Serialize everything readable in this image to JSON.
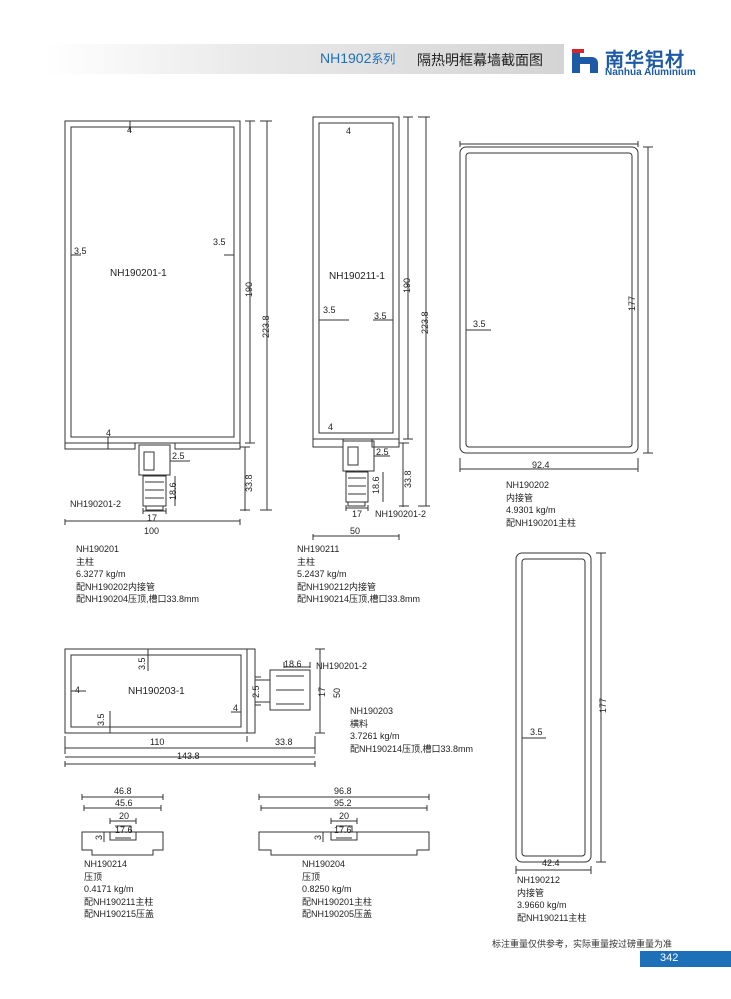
{
  "header": {
    "series_code": "NH1902",
    "series_suffix": "系列",
    "title": "隔热明框幕墙截面图",
    "brand_cn": "南华铝材",
    "brand_en": "Nanhua Aluminium"
  },
  "profiles": {
    "p201": {
      "inner_label": "NH190201-1",
      "connector_label": "NH190201-2",
      "dims": {
        "t_top": "4",
        "t_left": "3.5",
        "t_right": "3.5",
        "t_bottom": "4",
        "h_inner": "190",
        "h_total": "223.8",
        "slot_w": "2.5",
        "slot_h": "18.6",
        "slot_depth": "33.8",
        "base_w": "17",
        "width": "100"
      },
      "code": "NH190201",
      "name": "主柱",
      "weight": "6.3277 kg/m",
      "notes": [
        "配NH190202内接管",
        "配NH190204压顶,槽口33.8mm"
      ]
    },
    "p211": {
      "inner_label": "NH190211-1",
      "connector_label": "NH190201-2",
      "dims": {
        "t_top": "4",
        "t_left": "3.5",
        "t_right": "3.5",
        "t_bottom": "4",
        "h_inner": "190",
        "h_total": "223.8",
        "slot_w": "2.5",
        "slot_h": "18.6",
        "slot_depth": "33.8",
        "base_w": "17",
        "width": "50"
      },
      "code": "NH190211",
      "name": "主柱",
      "weight": "5.2437 kg/m",
      "notes": [
        "配NH190212内接管",
        "配NH190214压顶,槽口33.8mm"
      ]
    },
    "p202": {
      "dims": {
        "t_wall": "3.5",
        "height": "177",
        "width": "92.4"
      },
      "code": "NH190202",
      "name": "内接管",
      "weight": "4.9301 kg/m",
      "notes": [
        "配NH190201主柱"
      ]
    },
    "p203": {
      "inner_label": "NH190203-1",
      "connector_label": "NH190201-2",
      "dims": {
        "t_top": "3.5",
        "t_left": "4",
        "t_bottom": "3.5",
        "t_right": "4",
        "slot_w": "2.5",
        "slot_h": "18.6",
        "slot_17": "17",
        "height": "50",
        "w_inner": "110",
        "slot_depth": "33.8",
        "width": "143.8"
      },
      "code": "NH190203",
      "name": "横料",
      "weight": "3.7261 kg/m",
      "notes": [
        "配NH190214压顶,槽口33.8mm"
      ]
    },
    "p214": {
      "dims": {
        "w_outer": "46.8",
        "w_inner": "45.6",
        "w_tongue": "20",
        "w_slot": "17.6",
        "t": "3"
      },
      "code": "NH190214",
      "name": "压顶",
      "weight": "0.4171 kg/m",
      "notes": [
        "配NH190211主柱",
        "配NH190215压盖"
      ]
    },
    "p204": {
      "dims": {
        "w_outer": "96.8",
        "w_inner": "95.2",
        "w_tongue": "20",
        "w_slot": "17.6",
        "t": "3"
      },
      "code": "NH190204",
      "name": "压顶",
      "weight": "0.8250 kg/m",
      "notes": [
        "配NH190201主柱",
        "配NH190205压盖"
      ]
    },
    "p212": {
      "dims": {
        "t_wall": "3.5",
        "height": "177",
        "width": "42.4"
      },
      "code": "NH190212",
      "name": "内接管",
      "weight": "3.9660 kg/m",
      "notes": [
        "配NH190211主柱"
      ]
    }
  },
  "footer": {
    "note": "标注重量仅供参考，实际重量按过磅重量为准",
    "page": "342"
  },
  "colors": {
    "brand_blue": "#1d6fb8",
    "line": "#333333"
  }
}
